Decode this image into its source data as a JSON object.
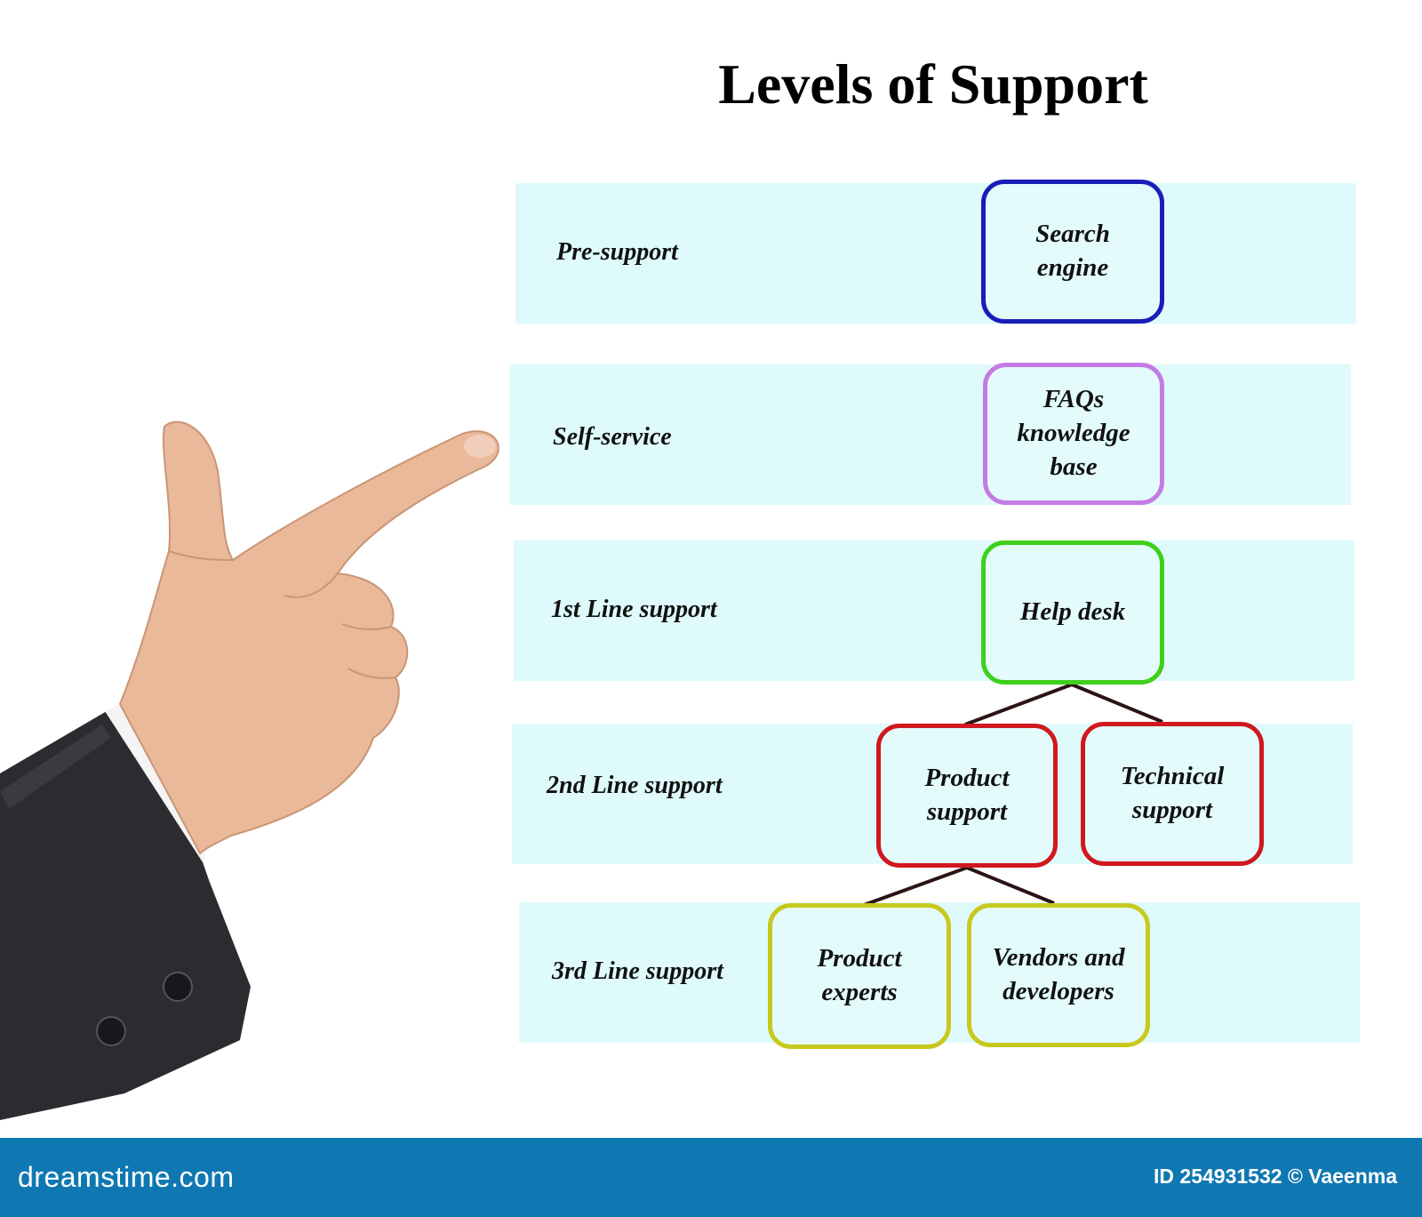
{
  "title": "Levels of Support",
  "levels": [
    {
      "label": "Pre-support"
    },
    {
      "label": "Self-service"
    },
    {
      "label": "1st Line support"
    },
    {
      "label": "2nd Line support"
    },
    {
      "label": "3rd Line support"
    }
  ],
  "nodes": {
    "search_engine": {
      "text": "Search\nengine",
      "color": "#1a1eb8"
    },
    "faqs": {
      "text": "FAQs\nknowledge\nbase",
      "color": "#c37be3"
    },
    "help_desk": {
      "text": "Help desk",
      "color": "#3fcf1c"
    },
    "product_support": {
      "text": "Product\nsupport",
      "color": "#d01820"
    },
    "technical_support": {
      "text": "Technical\nsupport",
      "color": "#d01820"
    },
    "product_experts": {
      "text": "Product\nexperts",
      "color": "#c8c81e"
    },
    "vendors": {
      "text": "Vendors and\ndevelopers",
      "color": "#c8c81e"
    }
  },
  "band_color": "#dffafa",
  "footer": {
    "logo": "dreamstime.com",
    "id_text": "ID 254931532 © Vaeenma",
    "color": "#0f78b2"
  }
}
